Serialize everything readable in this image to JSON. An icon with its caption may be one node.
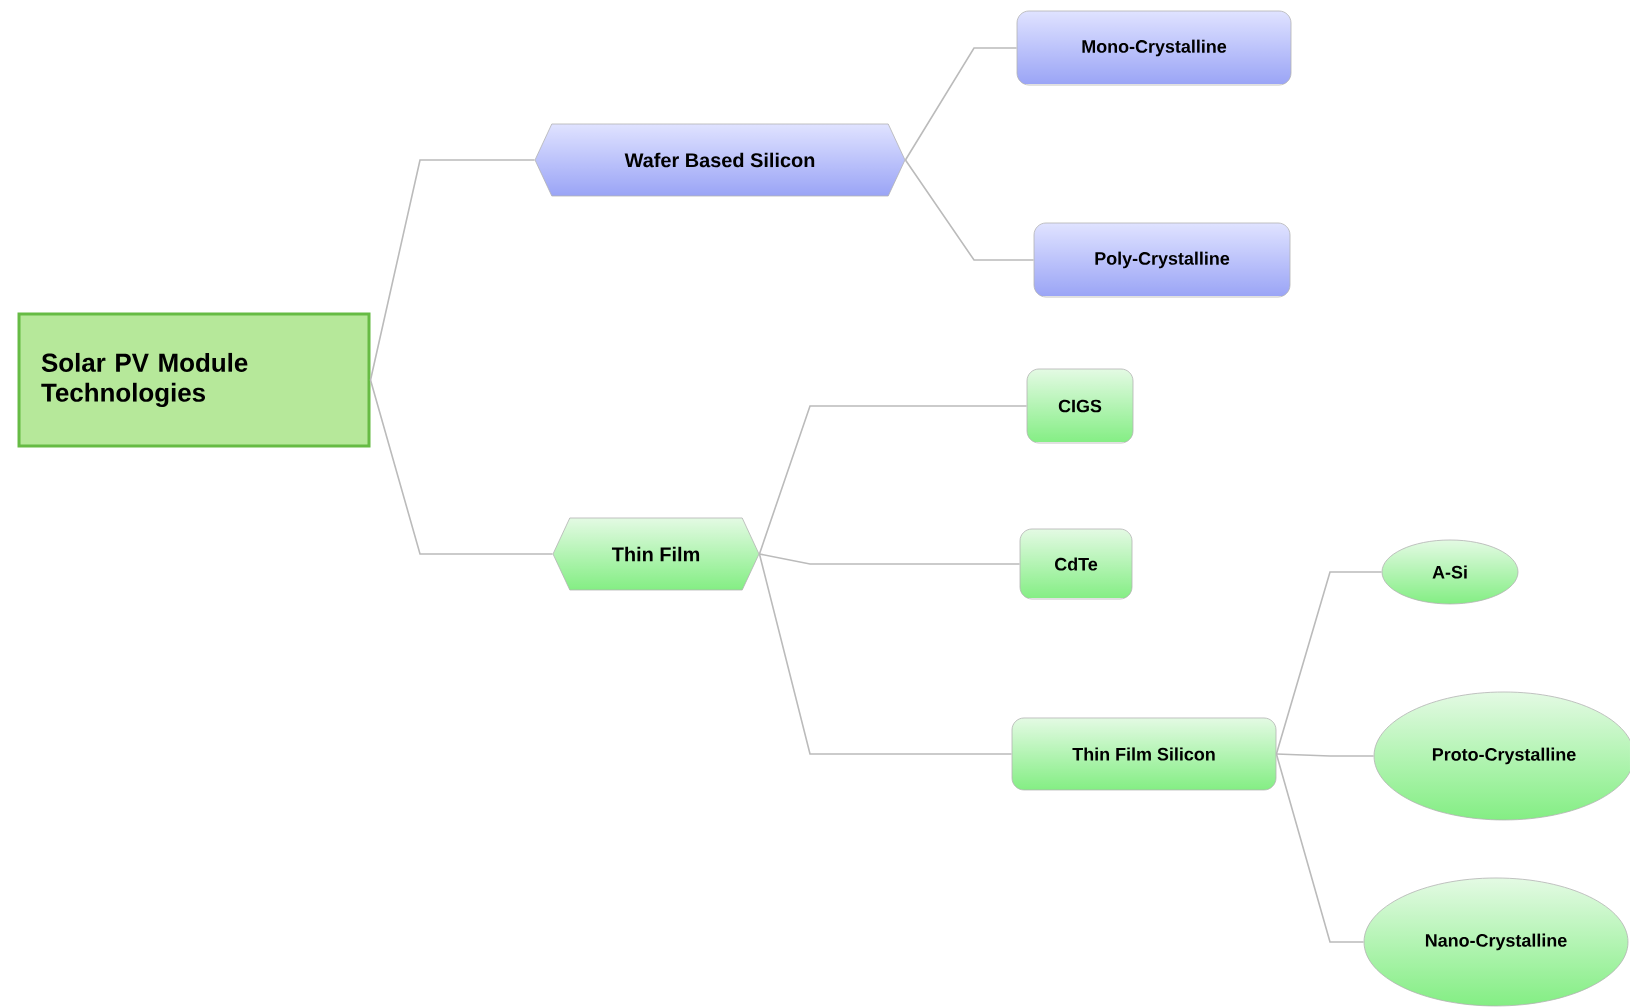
{
  "diagram": {
    "nodes": [
      {
        "text": [
          "Solar PV Module Technologies"
        ]
      },
      {
        "text": [
          "Wafer Based Silicon"
        ]
      },
      {
        "text": [
          "Mono-Crystalline"
        ]
      },
      {
        "text": [
          "Poly-Crystalline"
        ]
      },
      {
        "text": [
          "Thin Film"
        ]
      },
      {
        "text": [
          "CIGS"
        ]
      },
      {
        "text": [
          "CdTe"
        ]
      },
      {
        "text": [
          "Thin Film Silicon"
        ]
      },
      {
        "text": [
          "A-Si"
        ]
      },
      {
        "text": [
          "Proto-Crystalline"
        ]
      },
      {
        "text": [
          "Nano-Crystalline"
        ]
      }
    ],
    "edges": [
      {
        "from": 0,
        "to": 1,
        "arrow": "none"
      },
      {
        "from": 0,
        "to": 4,
        "arrow": "none"
      },
      {
        "from": 1,
        "to": 2,
        "arrow": "none"
      },
      {
        "from": 1,
        "to": 3,
        "arrow": "none"
      },
      {
        "from": 4,
        "to": 5,
        "arrow": "none"
      },
      {
        "from": 4,
        "to": 6,
        "arrow": "none"
      },
      {
        "from": 4,
        "to": 7,
        "arrow": "none"
      },
      {
        "from": 7,
        "to": 8,
        "arrow": "none"
      },
      {
        "from": 7,
        "to": 9,
        "arrow": "none"
      },
      {
        "from": 7,
        "to": 10,
        "arrow": "none"
      }
    ]
  }
}
